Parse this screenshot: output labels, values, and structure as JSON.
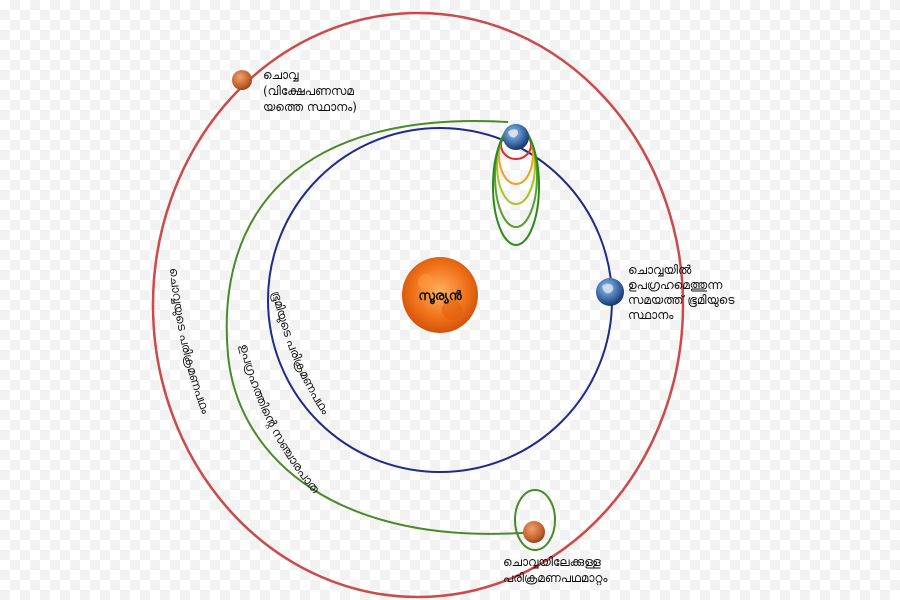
{
  "colors": {
    "mars_orbit": "#cc4a4a",
    "earth_orbit": "#1e2a8c",
    "transfer_orbit": "#4a8a2a",
    "parking_orbits": [
      "#d43030",
      "#f0a020",
      "#b0c020",
      "#5aa030",
      "#2a8a1a"
    ],
    "sun": "#f06a10",
    "mars": "#c8682a",
    "earth": "#2a5a9a"
  },
  "labels": {
    "sun": "സൂര്യൻ",
    "mars_at_launch": [
      "ചൊവ്വ",
      "(വിക്ഷേപണസമ",
      "യത്തെ സ്ഥാനം)"
    ],
    "earth_at_arrival": [
      "ചൊവ്വയിൽ",
      "ഉപഗ്രഹമെത്തുന്ന",
      "സമയത്ത് ഭൂമിയുടെ",
      "സ്ഥാനം"
    ],
    "mars_capture": [
      "ചൊവ്വയിലേക്കുള്ള",
      "പരിക്രമണപഥമാറ്റം"
    ],
    "mars_orbit": "ചൊവ്വയുടെ പരിക്രമണപഥം",
    "earth_orbit": "ഭൂമിയുടെ പരിക്രമണപഥം",
    "transfer_path": "ഉപഗ്രഹത്തിന്റെ സഞ്ചാരപാത"
  },
  "icons": {
    "sun": "sun-icon",
    "earth": "earth-icon",
    "mars": "mars-icon"
  }
}
